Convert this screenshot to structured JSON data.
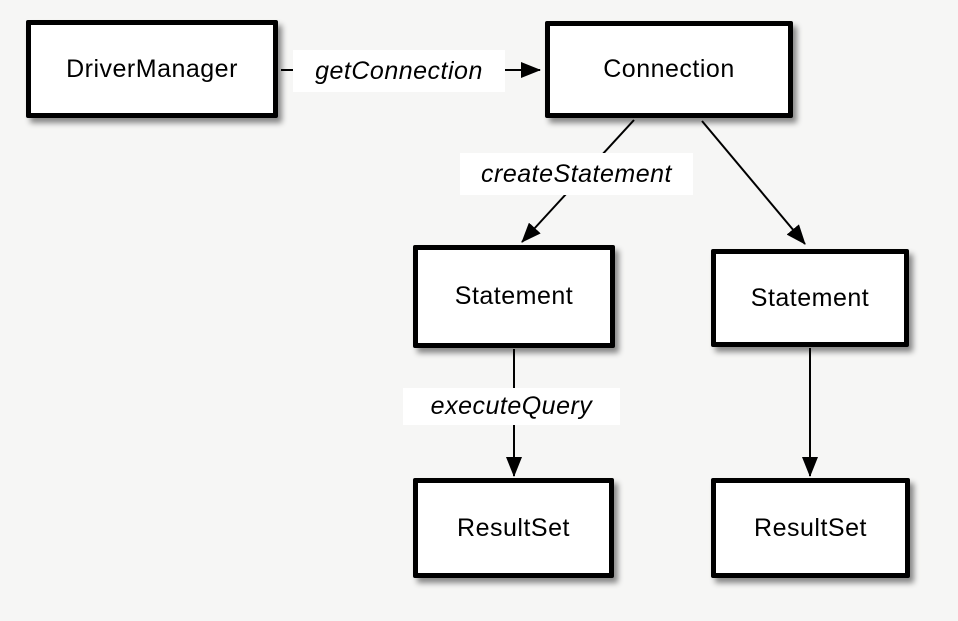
{
  "diagram": {
    "nodes": {
      "driver_manager": {
        "label": "DriverManager"
      },
      "connection": {
        "label": "Connection"
      },
      "statement_left": {
        "label": "Statement"
      },
      "statement_right": {
        "label": "Statement"
      },
      "resultset_left": {
        "label": "ResultSet"
      },
      "resultset_right": {
        "label": "ResultSet"
      }
    },
    "edge_labels": {
      "get_connection": "getConnection",
      "create_statement": "createStatement",
      "execute_query": "executeQuery"
    },
    "edges": [
      {
        "from": "DriverManager",
        "to": "Connection",
        "label": "getConnection"
      },
      {
        "from": "Connection",
        "to": "Statement (left)",
        "label": "createStatement"
      },
      {
        "from": "Connection",
        "to": "Statement (right)",
        "label": ""
      },
      {
        "from": "Statement (left)",
        "to": "ResultSet (left)",
        "label": "executeQuery"
      },
      {
        "from": "Statement (right)",
        "to": "ResultSet (right)",
        "label": ""
      }
    ],
    "colors": {
      "background": "#f6f6f5",
      "node_fill": "#ffffff",
      "node_border": "#000000",
      "text": "#000000",
      "edge": "#000000",
      "label_background": "#ffffff"
    }
  }
}
